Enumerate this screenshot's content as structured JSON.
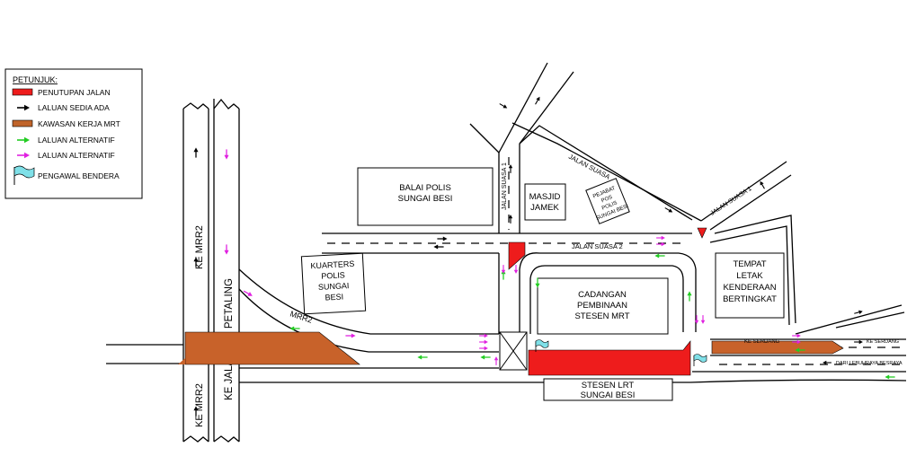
{
  "legend": {
    "title": "PETUNJUK:",
    "items": [
      "PENUTUPAN JALAN",
      "LALUAN SEDIA ADA",
      "KAWASAN KERJA MRT",
      "LALUAN ALTERNATIF",
      "LALUAN ALTERNATIF",
      "PENGAWAL BENDERA"
    ]
  },
  "labels": {
    "to_mrr2_north": "KE MRR2",
    "to_mrr2_south": "KE MRR2",
    "to_sri_petaling": "KE JALAN SRI PETALING",
    "mrr2_road": "MRR2",
    "jalan_suasa": "JALAN SUASA",
    "jalan_suasa_1": "JALAN SUASA 1",
    "jalan_suasa_2": "JALAN SUASA 2",
    "to_serdang_1": "KE SERDANG",
    "to_serdang_2": "KE SERDANG",
    "from_besraya": "DARI LEBUHRAYA BESRAYA"
  },
  "buildings": {
    "balai_polis": [
      "BALAI POLIS",
      "SUNGAI BESI"
    ],
    "masjid_jamek": [
      "MASJID",
      "JAMEK"
    ],
    "police_post": [
      "PEJABAT",
      "POS",
      "POLIS",
      "SUNGAI BESI"
    ],
    "police_quarters": [
      "KUARTERS",
      "POLIS",
      "SUNGAI",
      "BESI"
    ],
    "mrt_site": [
      "CADANGAN",
      "PEMBINAAN",
      "STESEN MRT"
    ],
    "parking": [
      "TEMPAT",
      "LETAK",
      "KENDERAAN",
      "BERTINGKAT"
    ],
    "lrt_station": [
      "STESEN LRT",
      "SUNGAI BESI"
    ]
  },
  "colors": {
    "road_closure": "#ee1c1c",
    "mrt_work_zone": "#c8622a",
    "existing_route": "#000000",
    "alternative_route_green": "#22cc22",
    "alternative_route_magenta": "#e020e0",
    "flag": "#7fe0e8"
  }
}
